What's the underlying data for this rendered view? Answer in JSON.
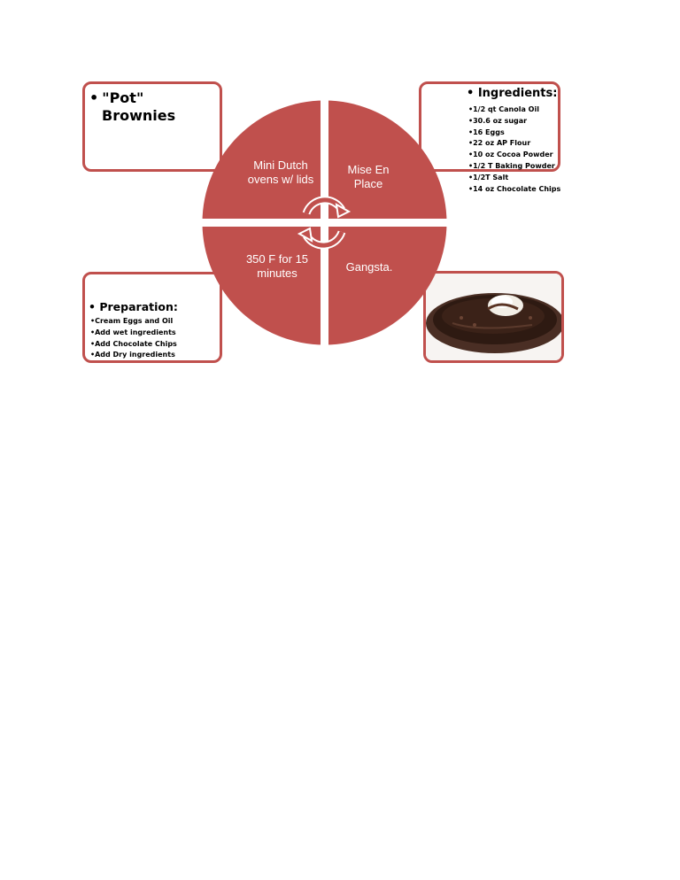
{
  "title": {
    "bullet": "•",
    "line1": "\"Pot\"",
    "line2": "Brownies"
  },
  "diagram": {
    "quadrants": [
      {
        "id": "top-left",
        "label": "Mini Dutch ovens w/ lids"
      },
      {
        "id": "top-right",
        "label": "Mise En Place"
      },
      {
        "id": "bottom-left",
        "label": "350 F for 15 minutes"
      },
      {
        "id": "bottom-right",
        "label": "Gangsta."
      }
    ]
  },
  "ingredients": {
    "heading": "• Ingredients:",
    "items": [
      "•1/2 qt Canola Oil",
      "•30.6 oz sugar",
      "•16 Eggs",
      "•22 oz AP Flour",
      "•10 oz Cocoa Powder",
      "•1/2 T Baking Powder",
      "•1/2T Salt",
      "•14 oz Chocolate Chips"
    ]
  },
  "preparation": {
    "heading": "• Preparation:",
    "items": [
      "•Cream Eggs and Oil",
      "•Add wet ingredients",
      "•Add Chocolate Chips",
      "•Add Dry ingredients"
    ]
  },
  "colors": {
    "accent": "#c0504d",
    "quadrant_fill": "#c0504d",
    "text_on_fill": "#ffffff"
  },
  "icons": {
    "cycle": "circular-arrows-icon",
    "photo": "brownie-skillet-photo"
  }
}
